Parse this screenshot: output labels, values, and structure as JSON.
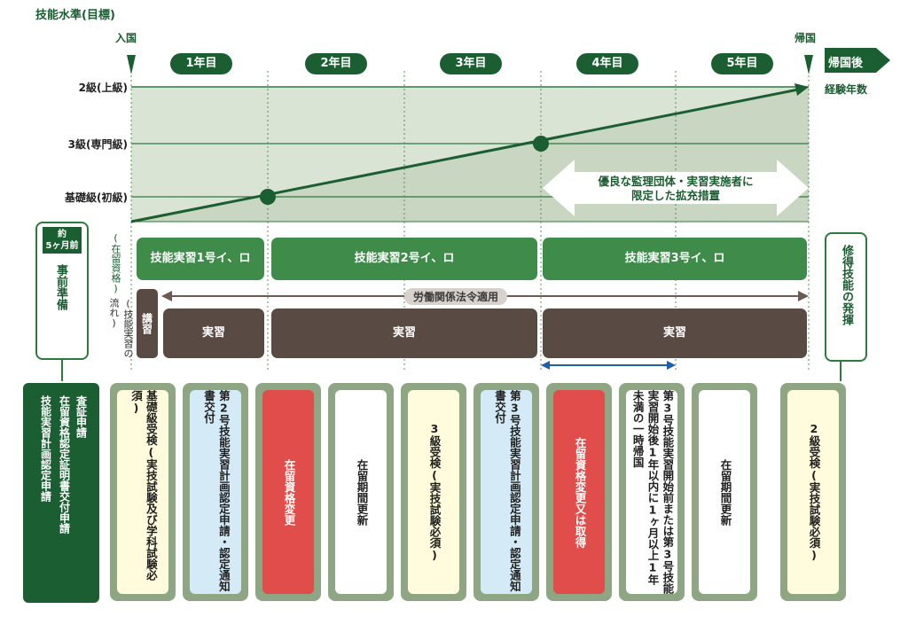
{
  "header": {
    "axis_title": "技能水準(目標)",
    "entry": "入国",
    "return": "帰国"
  },
  "years": [
    "1年目",
    "2年目",
    "3年目",
    "4年目",
    "5年目"
  ],
  "after": {
    "arrow_label": "帰国後",
    "sub_label": "経験年数"
  },
  "levels": {
    "upper": "2級(上級)",
    "specialist": "3級(専門級)",
    "basic": "基礎級(初級)"
  },
  "expansion": {
    "line1": "優良な監理団体・実習実施者に",
    "line2": "限定した拡充措置"
  },
  "prep": {
    "badge_top": "約",
    "badge_bottom": "5ヶ月前",
    "title": "事前準備"
  },
  "status_label": "(在留資格)",
  "flow_label": "(技能実習の流れ)",
  "stages": [
    "技能実習1号イ、ロ",
    "技能実習2号イ、ロ",
    "技能実習3号イ、ロ"
  ],
  "mastery": "修得技能の発揮",
  "labor_law": "労働関係法令適用",
  "lecture": "講習",
  "practice": [
    "実習",
    "実習",
    "実習"
  ],
  "prep_list": [
    "技能実習計画認定申請",
    "査証申請",
    "在留資格認定証明書交付申請"
  ],
  "cards": [
    {
      "text": "基礎級受検(実技試験及び学科試験必須)",
      "style": "y"
    },
    {
      "text": "第2号技能実習計画認定申請・認定通知書交付",
      "style": "b"
    },
    {
      "text": "在留資格変更",
      "style": "r"
    },
    {
      "text": "在留期間更新",
      "style": "w"
    },
    {
      "text": "3級受検(実技試験必須)",
      "style": "y"
    },
    {
      "text": "第3号技能実習計画認定申請・認定通知書交付",
      "style": "b"
    },
    {
      "text": "在留資格変更又は取得",
      "style": "r"
    },
    {
      "text": "第3号技能実習開始前または第3号技能実習開始後1年以内に1ヶ月以上1年未満の一時帰国",
      "style": "w"
    },
    {
      "text": "在留期間更新",
      "style": "w"
    },
    {
      "text": "2級受検(実技試験必須)",
      "style": "y"
    }
  ],
  "colors": {
    "dark_green": "#1b5e32",
    "mid_green": "#3e8b4a",
    "brown": "#5a4a44",
    "red": "#e14d4a",
    "area": "#d9e4d5"
  }
}
